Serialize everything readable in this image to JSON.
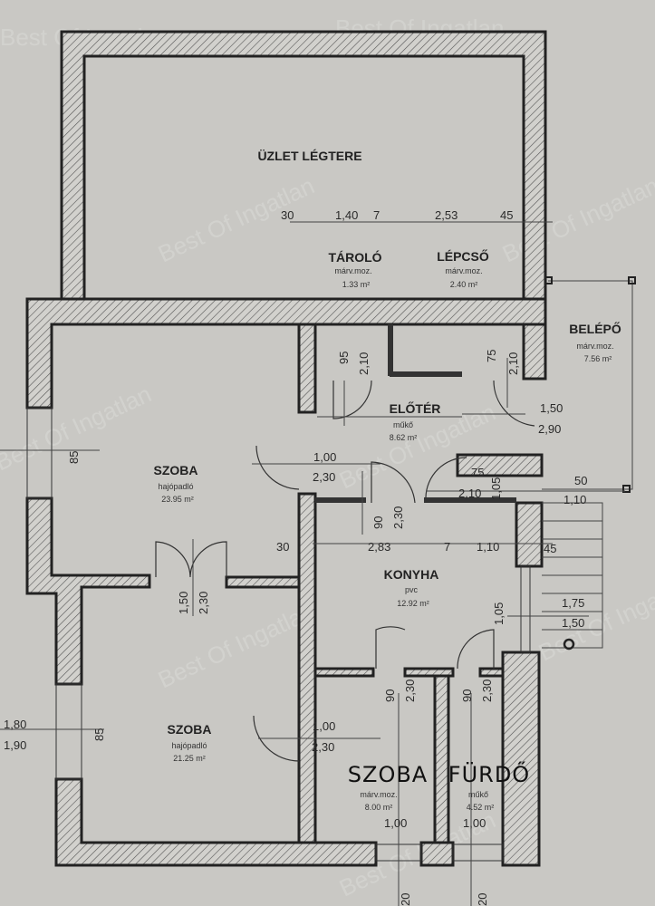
{
  "watermark": "Best Of Ingatlan",
  "rooms": {
    "uzlet": {
      "name": "ÜZLET LÉGTERE"
    },
    "tarolo": {
      "name": "TÁROLÓ",
      "floor": "márv.moz.",
      "area": "1.33 m²"
    },
    "lepcso": {
      "name": "LÉPCSŐ",
      "floor": "márv.moz.",
      "area": "2.40 m²"
    },
    "belepo": {
      "name": "BELÉPŐ",
      "floor": "márv.moz.",
      "area": "7.56 m²"
    },
    "eloter": {
      "name": "ELŐTÉR",
      "floor": "műkő",
      "area": "8.62 m²"
    },
    "szoba1": {
      "name": "SZOBA",
      "floor": "hajópadló",
      "area": "23.95 m²"
    },
    "konyha": {
      "name": "KONYHA",
      "floor": "pvc",
      "area": "12.92 m²"
    },
    "szoba2": {
      "name": "SZOBA",
      "floor": "hajópadló",
      "area": "21.25 m²"
    },
    "szoba3": {
      "name": "SZOBA",
      "floor": "márv.moz.",
      "area": "8.00 m²"
    },
    "furdo": {
      "name": "FÜRDŐ",
      "floor": "műkő",
      "area": "4.52 m²"
    }
  },
  "dims": {
    "top": [
      "30",
      "1,40",
      "7",
      "2,53",
      "45"
    ],
    "tarolo_door": [
      "95",
      "2,10"
    ],
    "lepcso_door": [
      "75",
      "2,10"
    ],
    "eloter_door": [
      "1,50",
      "2,90"
    ],
    "szoba1_door": [
      "1,00",
      "2,30"
    ],
    "entry": [
      "75",
      "2,10",
      "1,05",
      "50",
      "1,10"
    ],
    "konyha_door": [
      "90",
      "2,30"
    ],
    "mid": [
      "30",
      "2,83",
      "7",
      "1,10",
      "45"
    ],
    "double_door": [
      "1,50",
      "2,30"
    ],
    "konyha_win": [
      "1,05"
    ],
    "stairs": [
      "1,75",
      "1,50"
    ],
    "win1": [
      "85"
    ],
    "win2": [
      "1,80",
      "1,90",
      "85"
    ],
    "szoba2_door": [
      "1,00",
      "2,30"
    ],
    "szoba3_door": [
      "90",
      "2,30"
    ],
    "furdo_door": [
      "90",
      "2,30"
    ],
    "bottom_win": [
      "1,00",
      "1,00"
    ],
    "bottom": [
      "20",
      "20"
    ]
  }
}
